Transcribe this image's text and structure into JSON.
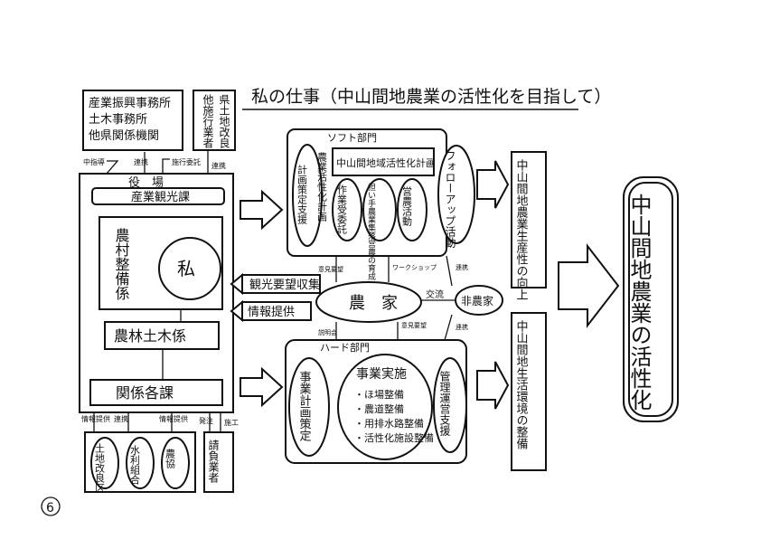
{
  "title": "私の仕事（中山間地農業の活性化を目指して）",
  "page_number": "6",
  "external_offices": [
    "産業振興事務所",
    "土木事務所",
    "他県関係機関"
  ],
  "prefecture_land_improvement_box": [
    "県土地改良",
    "他施行業者"
  ],
  "top_arrow_labels": {
    "guidance": "中指導",
    "coordination": "連携",
    "execution": "施行委託",
    "cooperation": "連携"
  },
  "town_hall": {
    "title": "役　場",
    "department": "産業観光課",
    "section_rural": "農村整備係",
    "me": "私",
    "section_farm_civil": "農林土木係",
    "related_sections": "関係各課"
  },
  "bottom_arrow_labels": [
    "情報提供",
    "連携",
    "情報提供",
    "発注",
    "施工"
  ],
  "local_bodies": [
    "土地改良区",
    "水利組合",
    "農協"
  ],
  "contractor_box": "請負業者",
  "soft_division": {
    "title": "ソフト部門",
    "plan_label": "中山間地域活性化計画",
    "items": [
      "計画策定支援",
      "農業活性化計画",
      "作業受委託",
      "担い手農業集落営農の育成",
      "営農活動"
    ],
    "followup": "フォローアップ活動"
  },
  "hard_division": {
    "title": "ハード部門",
    "plan": "事業計画策定",
    "implementation_title": "事業実施",
    "implementation_items": [
      "・ほ場整備",
      "・農道整備",
      "・用排水路整備",
      "・活性化施設整備"
    ],
    "management": "管理運営支援"
  },
  "farmers": "農　家",
  "non_farmers": "非農家",
  "interaction_labels": {
    "upper_left": "意見要望",
    "upper_mid": "ワークショップ",
    "upper_right": "連携",
    "lower_left": "説明会",
    "lower_mid": "意見要望",
    "lower_right": "連携",
    "exchange": "交流"
  },
  "side_notes": [
    "観光要望収集",
    "情報提供"
  ],
  "outcomes": [
    "中山間地農業生産性の向上",
    "中山間地生活環境の整備"
  ],
  "goal": "中山間地農業の活性化"
}
